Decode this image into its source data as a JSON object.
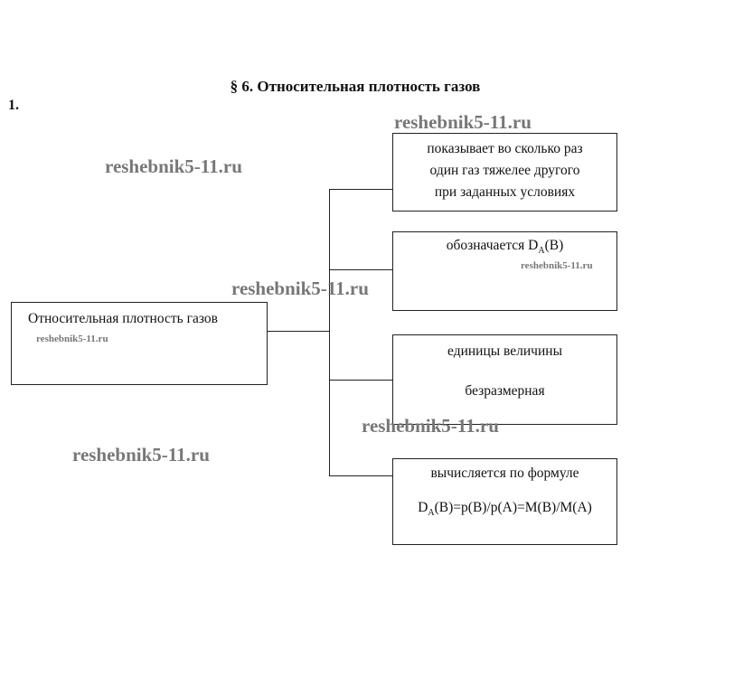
{
  "title": "§ 6. Относительная плотность газов",
  "task_number": "1.",
  "root": "Относительная плотность газов",
  "branches": [
    {
      "lines": [
        "показывает во сколько раз",
        "один газ тяжелее другого",
        "при заданных условиях"
      ]
    },
    {
      "text": "обозначается ",
      "symbol": "D",
      "sub": "A",
      "rest": "(B)"
    },
    {
      "line1": "единицы величины",
      "line2": "безразмерная"
    },
    {
      "line1": "вычисляется по формуле",
      "formula_d": "D",
      "formula_sub": "A",
      "formula_rest": "(B)=p(B)/p(A)=M(B)/M(A)"
    }
  ],
  "watermark": "reshebnik5-11.ru"
}
